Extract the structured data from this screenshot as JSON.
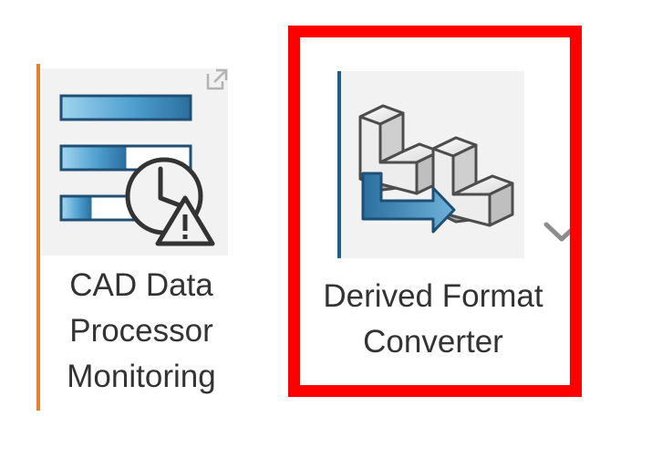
{
  "tiles": [
    {
      "id": "cad-data-processor-monitoring",
      "label_lines": [
        "CAD Data",
        "Processor",
        "Monitoring"
      ],
      "accent_color": "#e8822a",
      "icon": "progress-bars-clock-warning-icon",
      "corner_icon": "external-link-icon"
    },
    {
      "id": "derived-format-converter",
      "label_lines": [
        "Derived Format",
        "Converter"
      ],
      "accent_color": "#1f5f8b",
      "icon": "format-conversion-icon",
      "selected": true,
      "selection_color": "#ff0000",
      "menu_icon": "chevron-down-icon"
    }
  ]
}
